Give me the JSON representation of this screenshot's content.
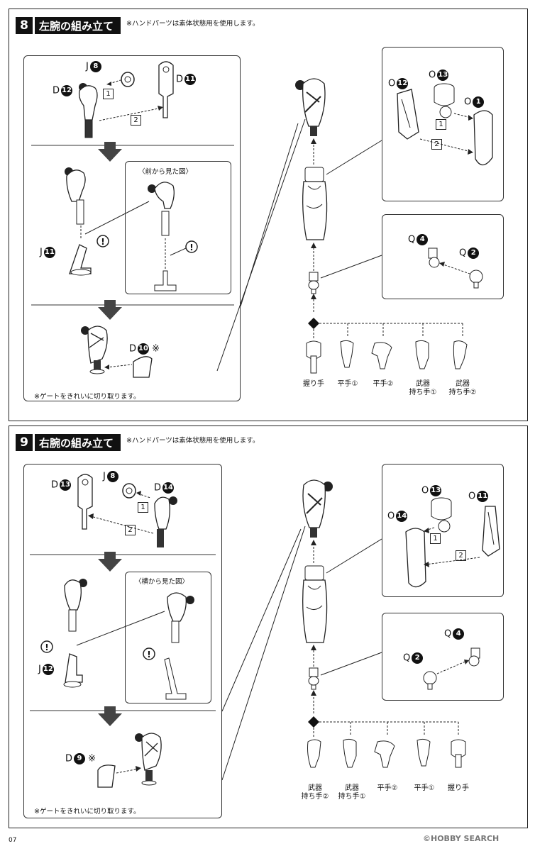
{
  "step8": {
    "number": "8",
    "title": "左腕の組み立て",
    "note": "※ハンドパーツは素体状態用を使用します。",
    "front_view": "〈前から見た図〉",
    "gate_note": "※ゲートをきれいに切り取ります。",
    "parts": {
      "j8": "J",
      "j8_num": "8",
      "d12": "D",
      "d12_num": "12",
      "d11": "D",
      "d11_num": "11",
      "j11": "J",
      "j11_num": "11",
      "d10": "D",
      "d10_num": "10",
      "d10_mark": "※",
      "o12": "O",
      "o12_num": "12",
      "o13": "O",
      "o13_num": "13",
      "o1": "O",
      "o1_num": "1",
      "q4": "Q",
      "q4_num": "4",
      "q2": "Q",
      "q2_num": "2"
    },
    "steps": [
      "1",
      "2"
    ],
    "hands": [
      "握り手",
      "平手①",
      "平手②",
      "武器\n持ち手①",
      "武器\n持ち手②"
    ]
  },
  "step9": {
    "number": "9",
    "title": "右腕の組み立て",
    "note": "※ハンドパーツは素体状態用を使用します。",
    "side_view": "〈横から見た図〉",
    "gate_note": "※ゲートをきれいに切り取ります。",
    "parts": {
      "d13": "D",
      "d13_num": "13",
      "j8": "J",
      "j8_num": "8",
      "d14": "D",
      "d14_num": "14",
      "j12": "J",
      "j12_num": "12",
      "d9": "D",
      "d9_num": "9",
      "d9_mark": "※",
      "o13": "O",
      "o13_num": "13",
      "o11": "O",
      "o11_num": "11",
      "o14": "O",
      "o14_num": "14",
      "q4": "Q",
      "q4_num": "4",
      "q2": "Q",
      "q2_num": "2"
    },
    "steps": [
      "1",
      "2"
    ],
    "hands": [
      "武器\n持ち手②",
      "武器\n持ち手①",
      "平手②",
      "平手①",
      "握り手"
    ]
  },
  "footer": {
    "page": "07",
    "watermark": "©HOBBY SEARCH"
  }
}
